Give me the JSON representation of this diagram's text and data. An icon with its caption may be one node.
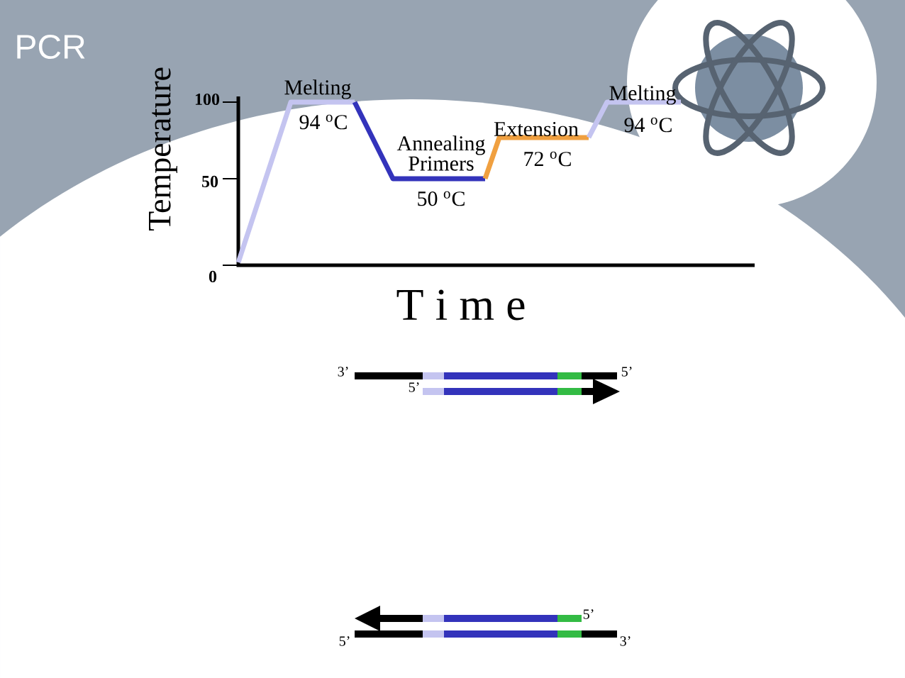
{
  "diagram": {
    "title": "PCR",
    "labels": [
      "Temperature",
      "100",
      "Melting",
      "94 $^{o}$C",
      "Melting",
      "94 $^{o}$C",
      "Extension",
      "Annealing Primers",
      "72 $^{o}$C",
      "50",
      "50 $^{o}$C",
      "0",
      "T i m e",
      "3’",
      "5’",
      "5’",
      "5’",
      "5’",
      "3’"
    ]
  }
}
